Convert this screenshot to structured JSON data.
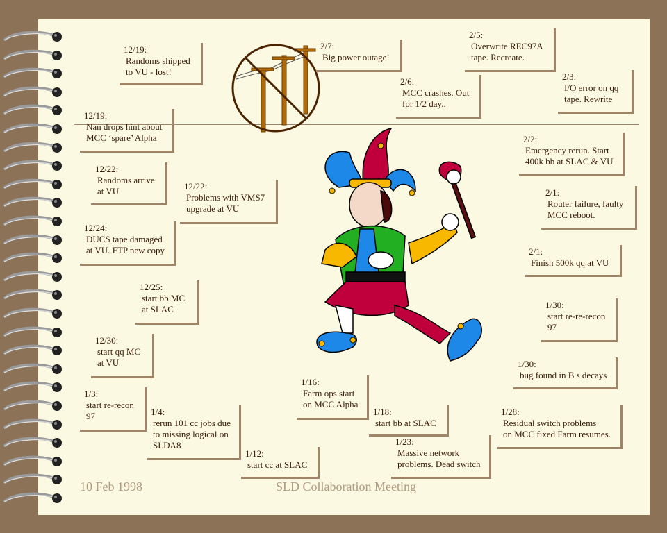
{
  "notes": [
    {
      "date": "12/19:",
      "text": "Randoms shipped\nto VU - lost!"
    },
    {
      "date": "12/19:",
      "text": "Nan drops hint about\nMCC ‘spare’ Alpha"
    },
    {
      "date": "12/22:",
      "text": "Randoms arrive\nat VU"
    },
    {
      "date": "12/22:",
      "text": "Problems with VMS7\nupgrade at VU"
    },
    {
      "date": "12/24:",
      "text": "DUCS tape damaged\nat VU. FTP new copy"
    },
    {
      "date": "12/25:",
      "text": "start bb MC\nat SLAC"
    },
    {
      "date": "12/30:",
      "text": "start qq MC\nat VU"
    },
    {
      "date": "1/3:",
      "text": "start re-recon\n97"
    },
    {
      "date": "1/4:",
      "text": "rerun 101 cc jobs due\nto missing logical on\nSLDA8"
    },
    {
      "date": "1/12:",
      "text": "start cc at SLAC"
    },
    {
      "date": "1/16:",
      "text": "Farm ops start\non MCC Alpha"
    },
    {
      "date": "1/18:",
      "text": "start bb at SLAC"
    },
    {
      "date": "1/23:",
      "text": "Massive network\nproblems. Dead switch"
    },
    {
      "date": "1/28:",
      "text": "Residual switch problems\non MCC fixed Farm resumes."
    },
    {
      "date": "1/30:",
      "text": "bug found in B s decays"
    },
    {
      "date": "1/30:",
      "text": "start re-re-recon\n97"
    },
    {
      "date": "2/1:",
      "text": "Finish 500k qq at VU"
    },
    {
      "date": "2/1:",
      "text": "Router failure, faulty\nMCC reboot."
    },
    {
      "date": "2/2:",
      "text": "Emergency rerun. Start\n400k bb at SLAC & VU"
    },
    {
      "date": "2/3:",
      "text": "I/O error on qq\ntape. Rewrite"
    },
    {
      "date": "2/5:",
      "text": "Overwrite REC97A\ntape. Recreate."
    },
    {
      "date": "2/6:",
      "text": "MCC crashes. Out\nfor 1/2 day.."
    },
    {
      "date": "2/7:",
      "text": "Big power outage!"
    }
  ],
  "footer": {
    "date": "10 Feb 1998",
    "title": "SLD Collaboration Meeting"
  },
  "icons": {
    "power": "no-power-lines-icon",
    "mascot": "jester-illustration",
    "binding": "spiral-binding"
  },
  "colors": {
    "background": "#8c7358",
    "paper": "#fbf9e2",
    "border": "#a08468",
    "text": "#3c1c08",
    "footer": "#b09a80"
  }
}
